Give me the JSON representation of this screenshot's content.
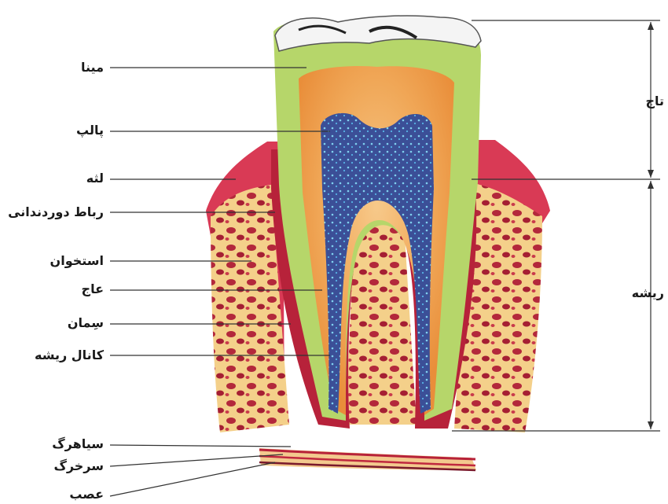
{
  "labels_left": {
    "enamel": "مینا",
    "pulp": "پالپ",
    "gum": "لثه",
    "periodontal_ligament": "رباط دوردندانی",
    "bone": "استخوان",
    "dentin": "عاج",
    "cementum": "سِمان",
    "root_canal": "کانال ریشه",
    "vein": "سیاهرگ",
    "artery": "سرخرگ",
    "nerve": "عصب"
  },
  "labels_right": {
    "crown": "تاج",
    "root": "ریشه"
  }
}
